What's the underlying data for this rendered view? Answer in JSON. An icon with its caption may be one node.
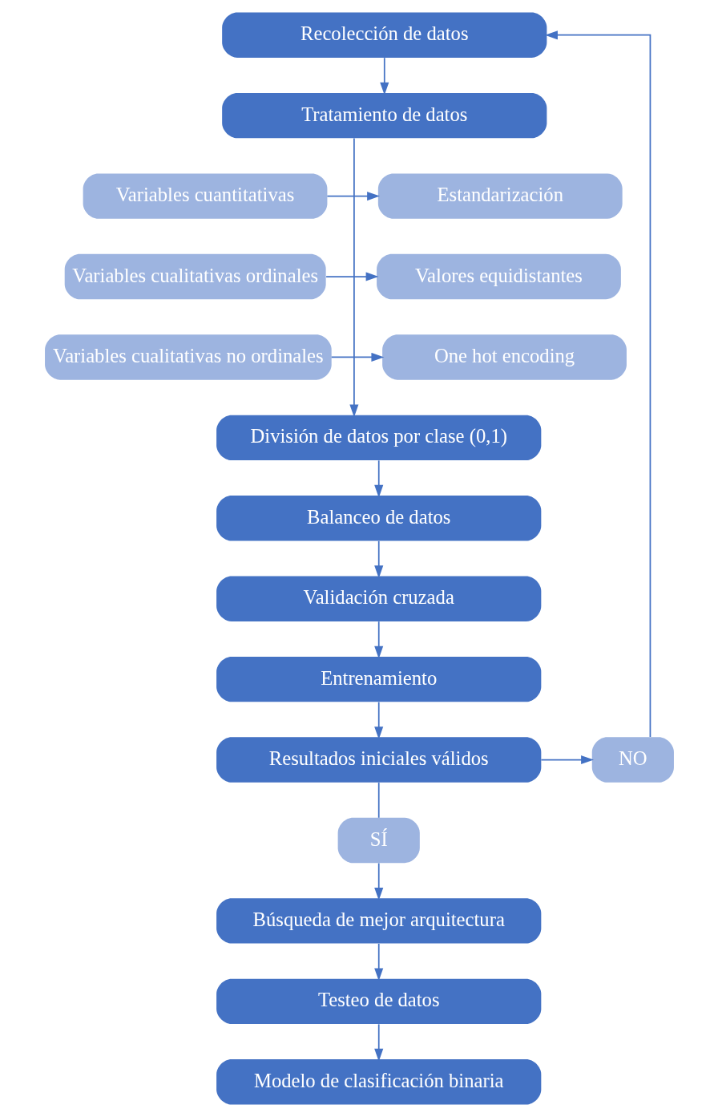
{
  "diagram": {
    "nodes": [
      {
        "text": [
          "Recolección de datos"
        ]
      },
      {
        "text": [
          "Tratamiento de datos"
        ]
      },
      {
        "text": [
          "Variables cuantitativas"
        ]
      },
      {
        "text": [
          "Estandarización"
        ]
      },
      {
        "text": [
          "Variables cualitativas ordinales"
        ]
      },
      {
        "text": [
          "Valores equidistantes"
        ]
      },
      {
        "text": [
          "Variables cualitativas no ordinales"
        ]
      },
      {
        "text": [
          "One hot encoding"
        ]
      },
      {
        "text": [
          "División de datos por clase (0,1)"
        ]
      },
      {
        "text": [
          "Balanceo de datos"
        ]
      },
      {
        "text": [
          "Validación cruzada"
        ]
      },
      {
        "text": [
          "Entrenamiento"
        ]
      },
      {
        "text": [
          "Resultados iniciales válidos"
        ]
      },
      {
        "text": [
          "NO"
        ]
      },
      {
        "text": [
          "SÍ"
        ]
      },
      {
        "text": [
          "Búsqueda de mejor arquitectura"
        ]
      },
      {
        "text": [
          "Testeo de datos"
        ]
      },
      {
        "text": [
          "Modelo de clasificación binaria"
        ]
      }
    ],
    "edges": [
      {
        "from": 0,
        "to": 1,
        "arrow": "to"
      },
      {
        "from": 1,
        "to": 8,
        "arrow": "to"
      },
      {
        "from": 2,
        "to": 3,
        "arrow": "to"
      },
      {
        "from": 4,
        "to": 5,
        "arrow": "to"
      },
      {
        "from": 6,
        "to": 7,
        "arrow": "to"
      },
      {
        "from": 8,
        "to": 9,
        "arrow": "to"
      },
      {
        "from": 9,
        "to": 10,
        "arrow": "to"
      },
      {
        "from": 10,
        "to": 11,
        "arrow": "to"
      },
      {
        "from": 11,
        "to": 12,
        "arrow": "to"
      },
      {
        "from": 12,
        "to": 13,
        "arrow": "to"
      },
      {
        "from": 12,
        "to": 14,
        "arrow": "none"
      },
      {
        "from": 13,
        "to": 0,
        "arrow": "to"
      },
      {
        "from": 14,
        "to": 15,
        "arrow": "to"
      },
      {
        "from": 15,
        "to": 16,
        "arrow": "to"
      },
      {
        "from": 16,
        "to": 17,
        "arrow": "to"
      }
    ]
  }
}
